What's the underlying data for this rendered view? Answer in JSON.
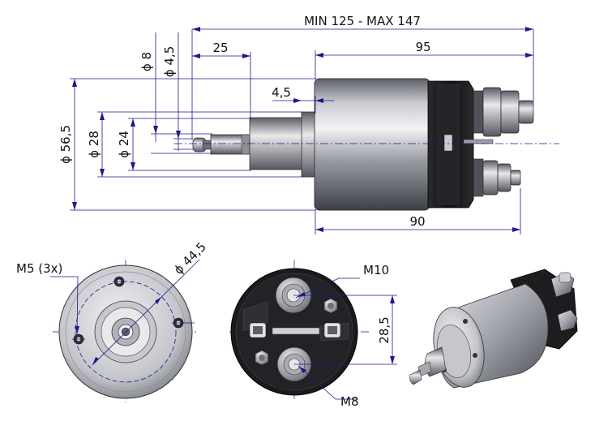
{
  "figure": {
    "labels": {
      "overall_length": "MIN 125 - MAX 147",
      "body_length": "95",
      "plunger_length": "25",
      "plunger_offset": "4,5",
      "dia_body": "ϕ 56,5",
      "dia_28": "ϕ 28",
      "dia_24": "ϕ 24",
      "dia_8": "ϕ 8",
      "dia_4_5": "ϕ 4,5",
      "housing_length": "90",
      "screws": "M5 (3x)",
      "bolt_circle": "ϕ 44,5",
      "terminal_large": "M10",
      "terminal_small": "M8",
      "terminal_spacing": "28,5"
    },
    "colors": {
      "dimension_line": "#1a1a8c",
      "metal_light": "#e6e6ea",
      "metal_dark": "#6d6f78",
      "plastic": "#1e1e1e"
    }
  }
}
